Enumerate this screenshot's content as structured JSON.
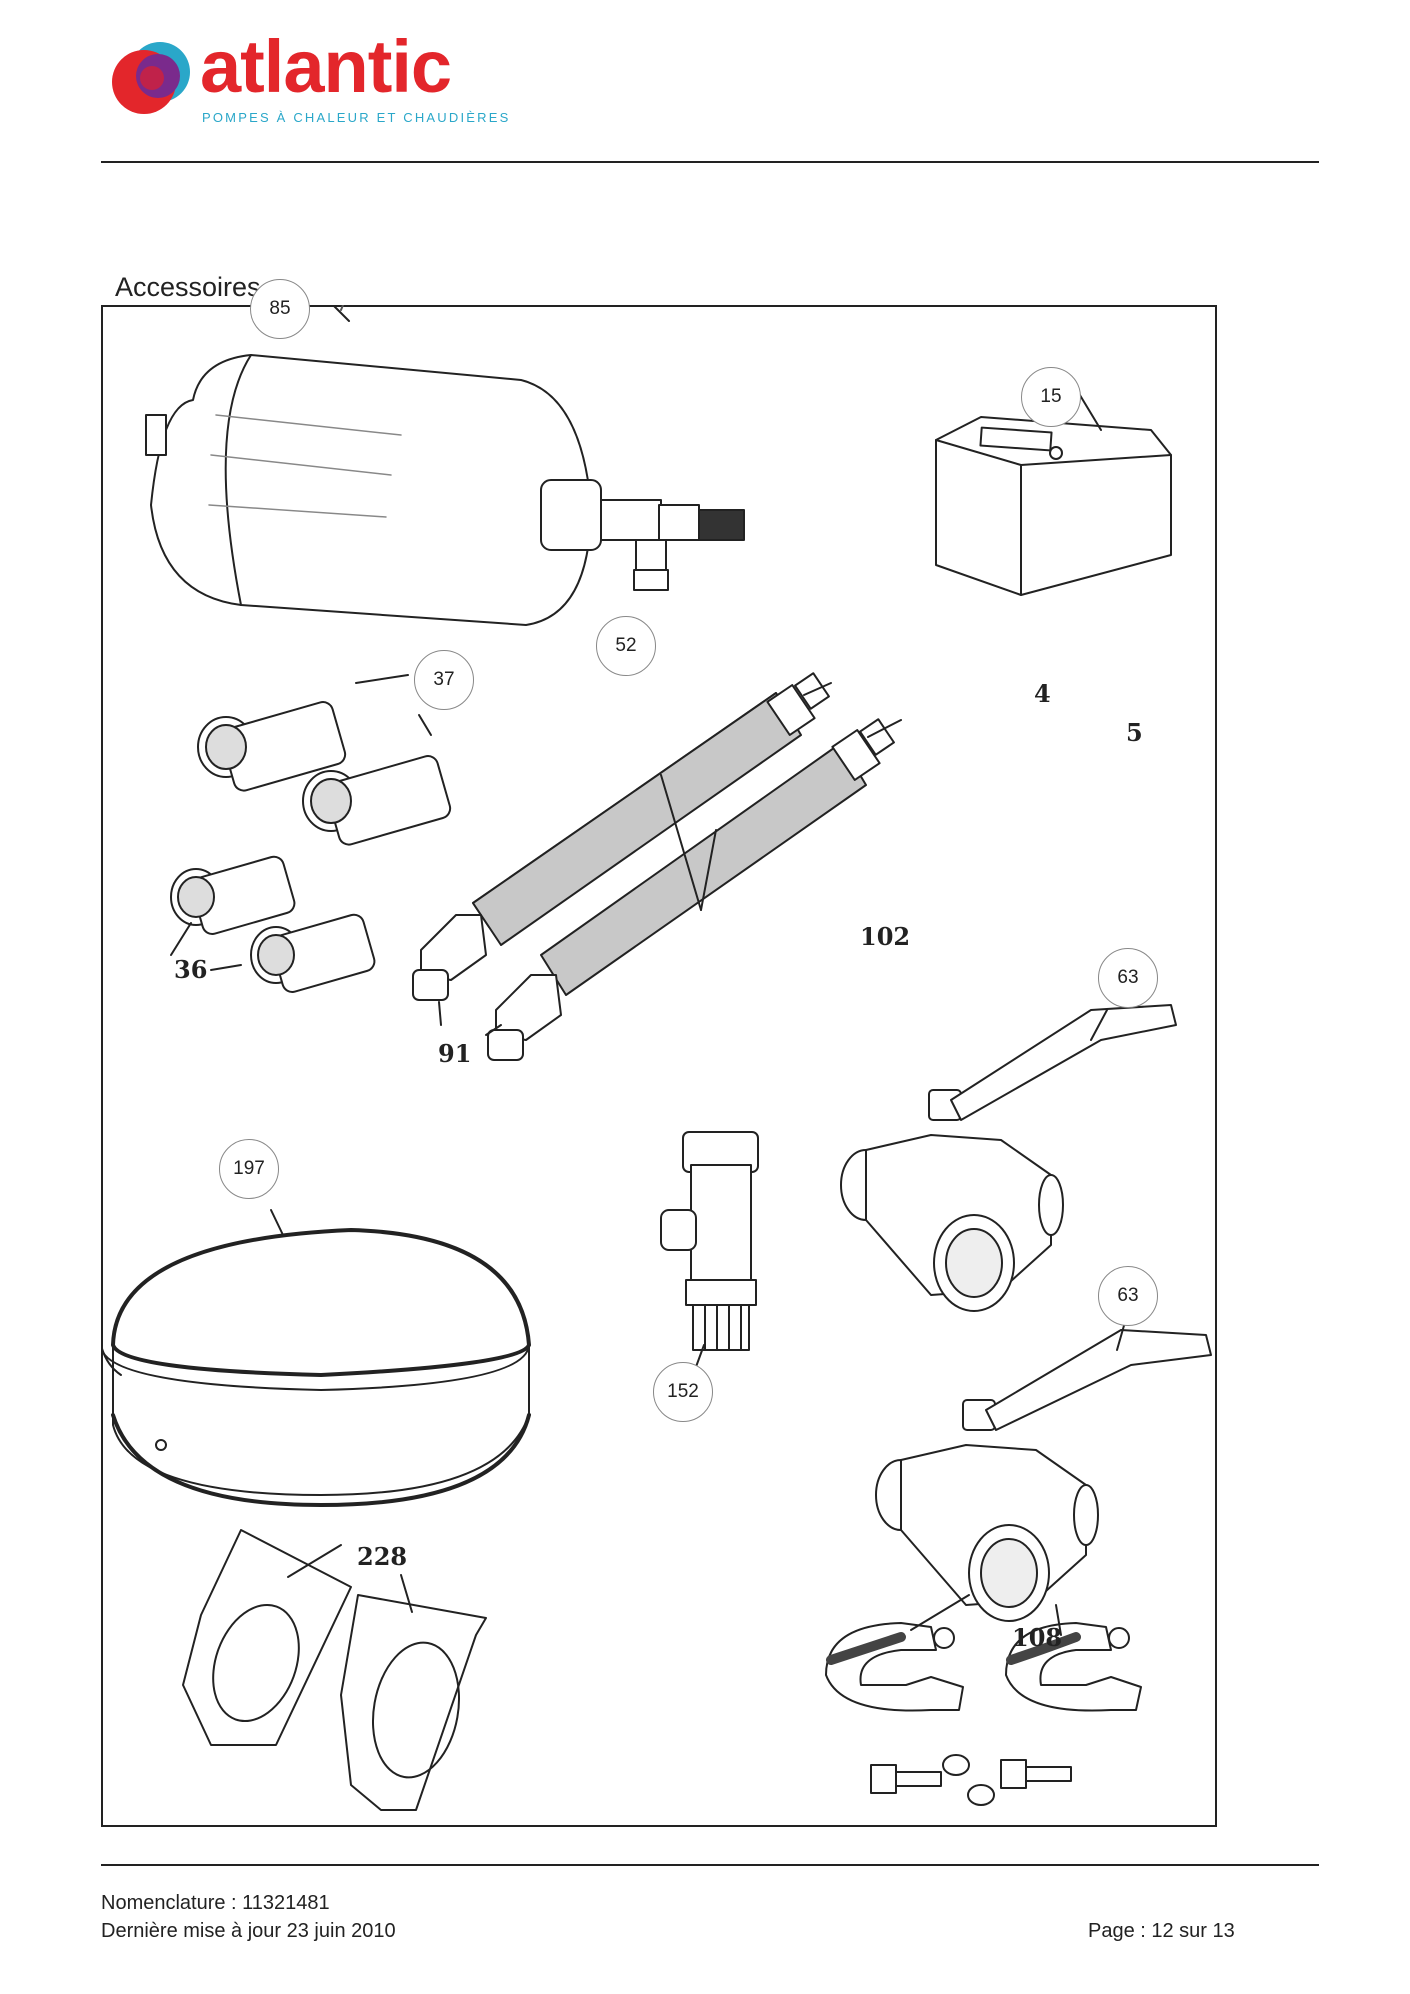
{
  "header": {
    "brand": "atlantic",
    "tagline": "POMPES À CHALEUR ET CHAUDIÈRES",
    "brand_color": "#e3262b",
    "tagline_color": "#2aa7c9"
  },
  "section": {
    "title": "Accessoires"
  },
  "callouts": {
    "c85": "85",
    "c15": "15",
    "c52": "52",
    "c37": "37",
    "c63a": "63",
    "c197": "197",
    "c63b": "63",
    "c152": "152"
  },
  "labels": {
    "l4": "4",
    "l5": "5",
    "l36": "36",
    "l102": "102",
    "l91": "91",
    "l228": "228",
    "l108": "108"
  },
  "footer": {
    "nomenclature": "Nomenclature : 11321481",
    "updated": "Dernière mise à jour 23 juin 2010",
    "page": "Page : 12 sur 13"
  }
}
